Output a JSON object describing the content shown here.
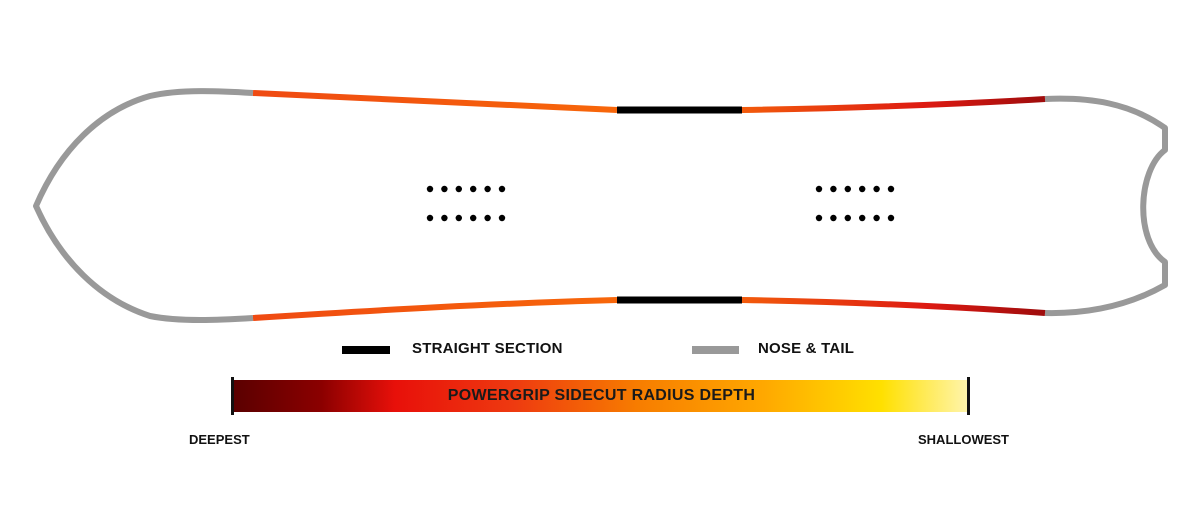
{
  "legend": {
    "straight_section": "STRAIGHT SECTION",
    "nose_tail": "NOSE & TAIL"
  },
  "scale": {
    "title": "POWERGRIP SIDECUT RADIUS DEPTH",
    "deepest_label": "DEEPEST",
    "shallowest_label": "SHALLOWEST"
  },
  "colors": {
    "nose_tail": "#999999",
    "straight_section": "#000000",
    "gradient": [
      "#5a0000",
      "#8b0000",
      "#e8100a",
      "#f05010",
      "#f77d00",
      "#ffa800",
      "#ffe000",
      "#fff5b0"
    ],
    "edge_nose_side": "#ef4a12",
    "edge_mid": "#f7660a",
    "edge_tail_side": "#b00d0d"
  },
  "insert_grid": {
    "left": {
      "rows": 2,
      "columns": 6
    },
    "right": {
      "rows": 2,
      "columns": 6
    }
  }
}
